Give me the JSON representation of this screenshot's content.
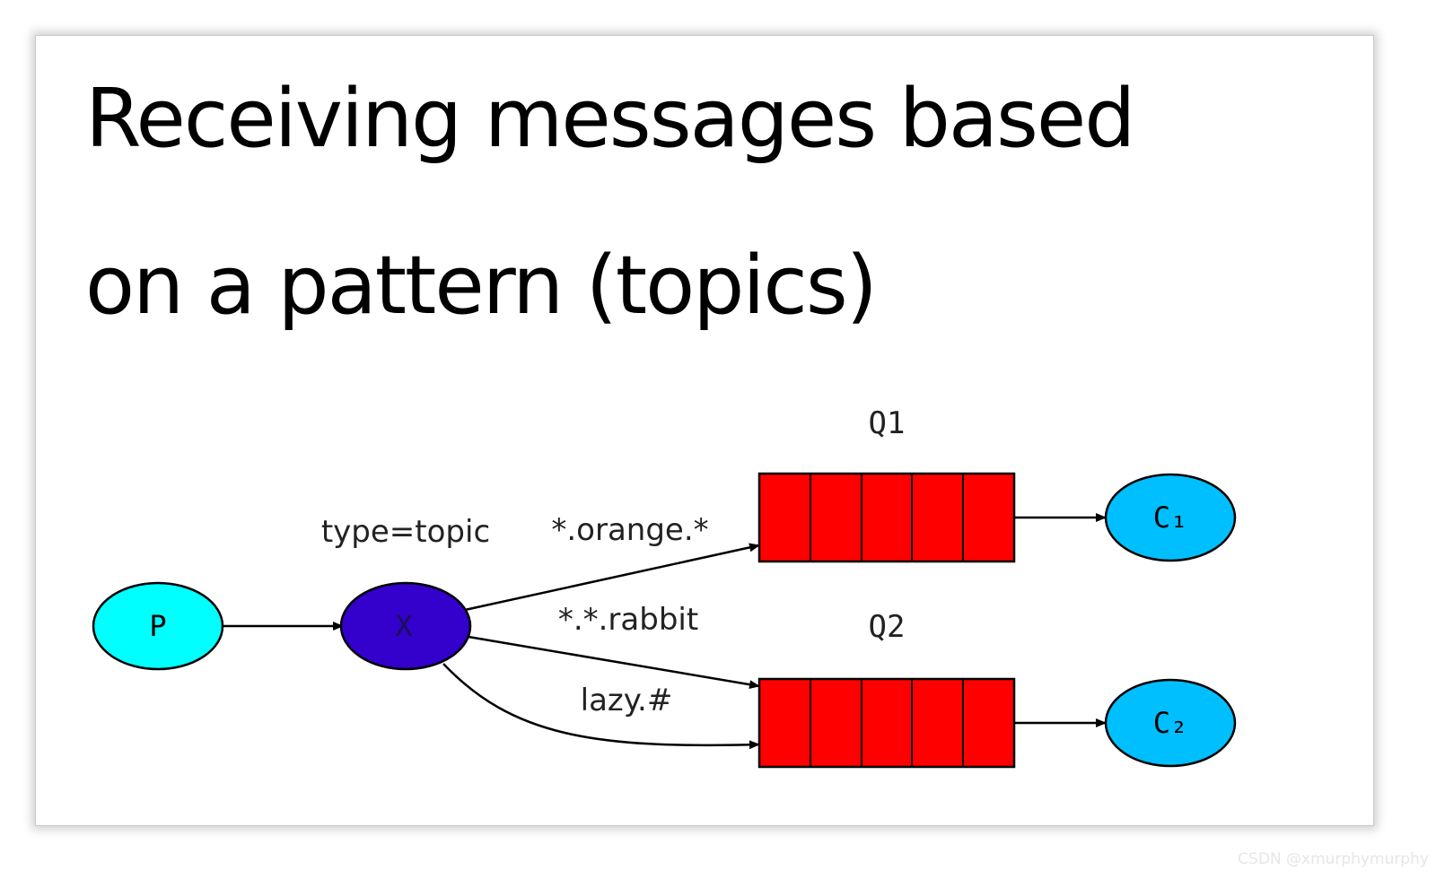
{
  "title": {
    "line1": "Receiving messages based",
    "line2": "on a pattern (topics)"
  },
  "diagram": {
    "producer": "P",
    "exchange": "X",
    "exchange_type": "type=topic",
    "queue1": "Q1",
    "queue2": "Q2",
    "consumer1": "C₁",
    "consumer2": "C₂",
    "binding1": "*.orange.*",
    "binding2": "*.*.rabbit",
    "binding3": "lazy.#"
  },
  "colors": {
    "producer_fill": "#00ffff",
    "exchange_fill": "#3300cc",
    "queue_fill": "#ff0000",
    "consumer_fill": "#00bfff"
  },
  "watermark": "CSDN @xmurphymurphy"
}
